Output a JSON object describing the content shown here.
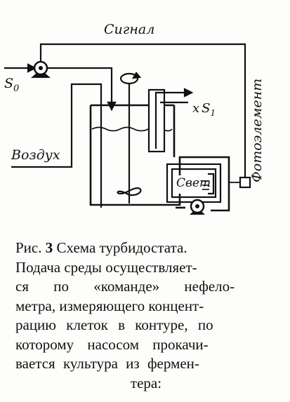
{
  "diagram": {
    "labels": {
      "signal": "Сигнал",
      "s0_base": "S",
      "s0_sub": "0",
      "xs1_x": "x",
      "xs1_base": "S",
      "xs1_sub": "1",
      "air": "Воздух",
      "light": "Свет",
      "photocell": "Фотоэлемент"
    }
  },
  "caption": {
    "prefix": "Рис.",
    "figure_number": "3",
    "lines": [
      "Схема турбидостата.",
      "Подача среды осуществляет-",
      "ся по «команде» нефело-",
      "метра, измеряющего концент-",
      "рацию клеток в контуре, по",
      "которому насосом прокачи-",
      "вается культура из фермен-",
      "тера:"
    ]
  }
}
